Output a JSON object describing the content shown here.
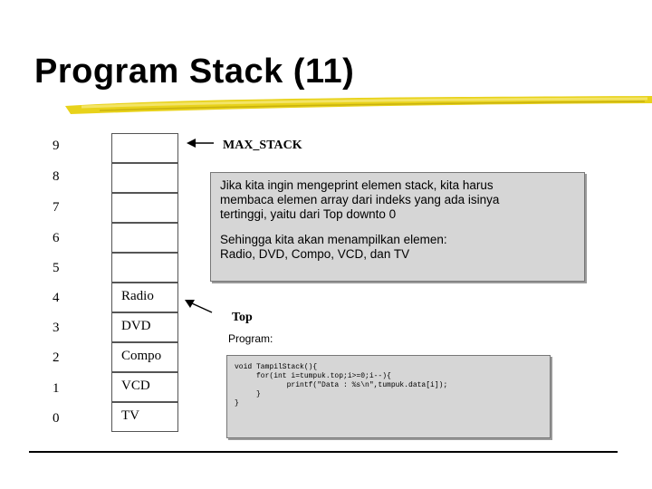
{
  "slide": {
    "title": "Program Stack (11)"
  },
  "stack": {
    "indices": [
      "9",
      "8",
      "7",
      "6",
      "5",
      "4",
      "3",
      "2",
      "1",
      "0"
    ],
    "cells": [
      "",
      "",
      "",
      "",
      "",
      "Radio",
      "DVD",
      "Compo",
      "VCD",
      "TV"
    ]
  },
  "labels": {
    "max_stack": "MAX_STACK",
    "top": "Top",
    "program": "Program:"
  },
  "info": {
    "line1": "Jika kita ingin mengeprint elemen stack, kita harus",
    "line2": "membaca elemen array dari indeks yang ada isinya",
    "line3": "tertinggi, yaitu dari Top downto 0",
    "line4": "Sehingga kita akan menampilkan elemen:",
    "line5": "Radio, DVD, Compo, VCD, dan TV"
  },
  "code": {
    "line1": "void TampilStack(){",
    "line2": "     for(int i=tumpuk.top;i>=0;i--){",
    "line3": "            printf(\"Data : %s\\n\",tumpuk.data[i]);",
    "line4": "     }",
    "line5": "}"
  },
  "colors": {
    "box_fill": "#d6d6d6",
    "underline_stroke": "#e8d21a"
  }
}
